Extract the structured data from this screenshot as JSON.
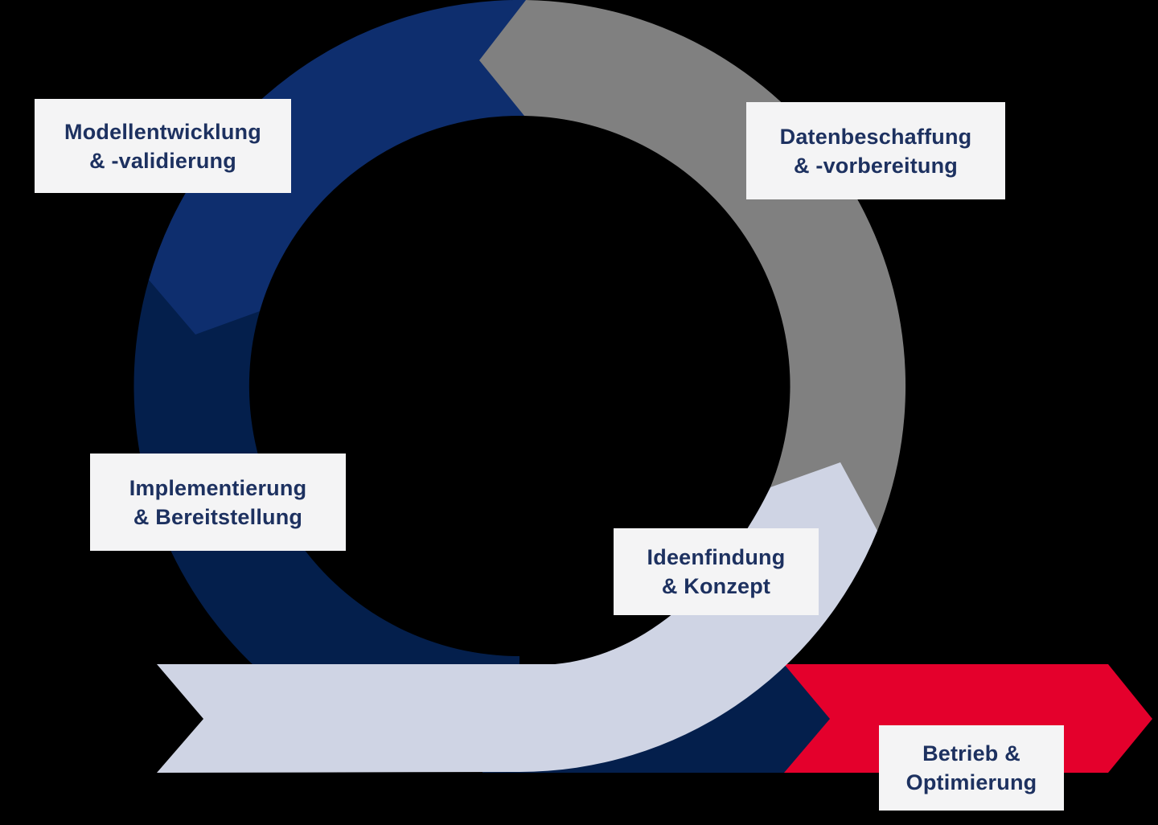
{
  "colors": {
    "background": "#000000",
    "blue": "#0e2e6e",
    "navy": "#041f4c",
    "gray": "#808080",
    "lavender": "#cfd4e4",
    "red": "#e4002c",
    "label_bg": "#f4f4f5",
    "label_text": "#1d3160"
  },
  "cycle": {
    "type": "process-cycle",
    "direction": "counterclockwise",
    "phases": [
      {
        "name": "Ideenfindung & Konzept",
        "color": "#cfd4e4"
      },
      {
        "name": "Datenbeschaffung & -vorbereitung",
        "color": "#808080"
      },
      {
        "name": "Modellentwicklung & -validierung",
        "color": "#0e2e6e"
      },
      {
        "name": "Implementierung & Bereitstellung",
        "color": "#041f4c"
      },
      {
        "name": "Betrieb & Optimierung",
        "color": "#e4002c"
      }
    ]
  },
  "labels": [
    {
      "line1": "Modellentwicklung",
      "line2": "& -validierung"
    },
    {
      "line1": "Datenbeschaffung",
      "line2": "& -vorbereitung"
    },
    {
      "line1": "Implementierung",
      "line2": "& Bereitstellung"
    },
    {
      "line1": "Ideenfindung",
      "line2": "& Konzept"
    },
    {
      "line1": "Betrieb &",
      "line2": "Optimierung"
    }
  ]
}
